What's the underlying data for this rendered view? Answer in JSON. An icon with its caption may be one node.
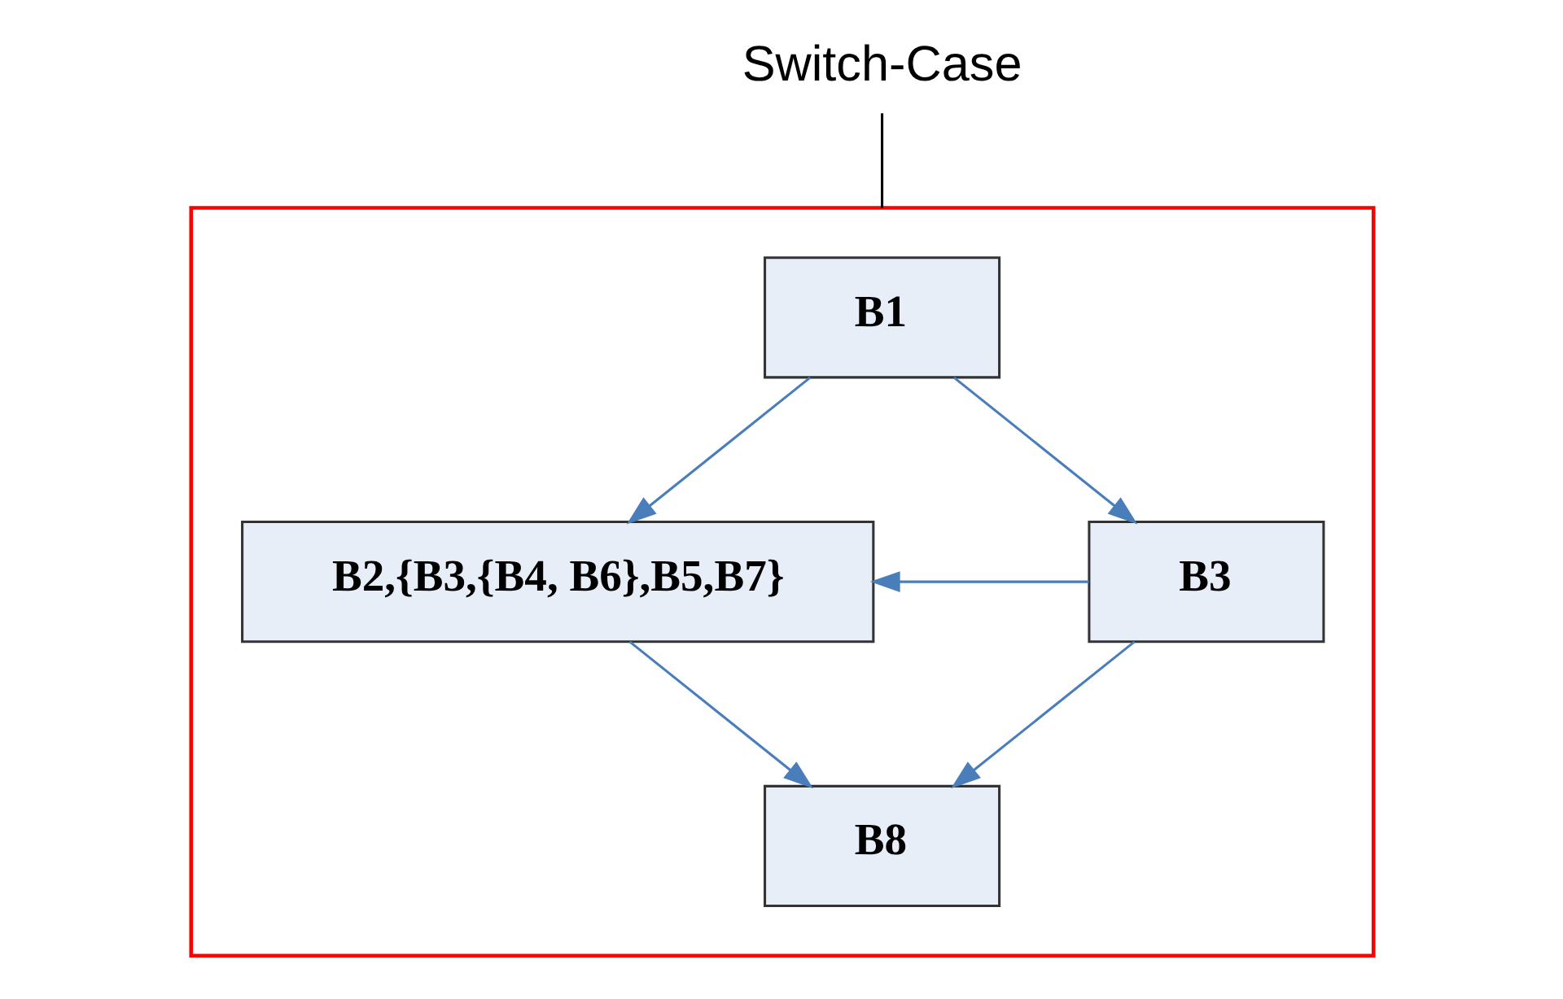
{
  "diagram": {
    "nodes": [
      {
        "text": [
          "Switch-Case"
        ]
      },
      {
        "text": [],
        "shape": "box"
      },
      {
        "text": [
          "B1"
        ],
        "in": 1
      },
      {
        "text": [
          "B2,{B3,{B4, B6},B5,B7}"
        ],
        "in": 1
      },
      {
        "text": [
          "B3"
        ],
        "in": 1
      },
      {
        "text": [
          "B8"
        ],
        "in": 1
      }
    ],
    "edges": [
      {
        "from": 0,
        "to": 1,
        "arrow": "none",
        "color": "#000000"
      },
      {
        "from": 2,
        "to": 3,
        "arrow": "to"
      },
      {
        "from": 2,
        "to": 4,
        "arrow": "to"
      },
      {
        "from": 4,
        "to": 3,
        "arrow": "to"
      },
      {
        "from": 3,
        "to": 5,
        "arrow": "to"
      },
      {
        "from": 4,
        "to": 5,
        "arrow": "to"
      }
    ]
  }
}
